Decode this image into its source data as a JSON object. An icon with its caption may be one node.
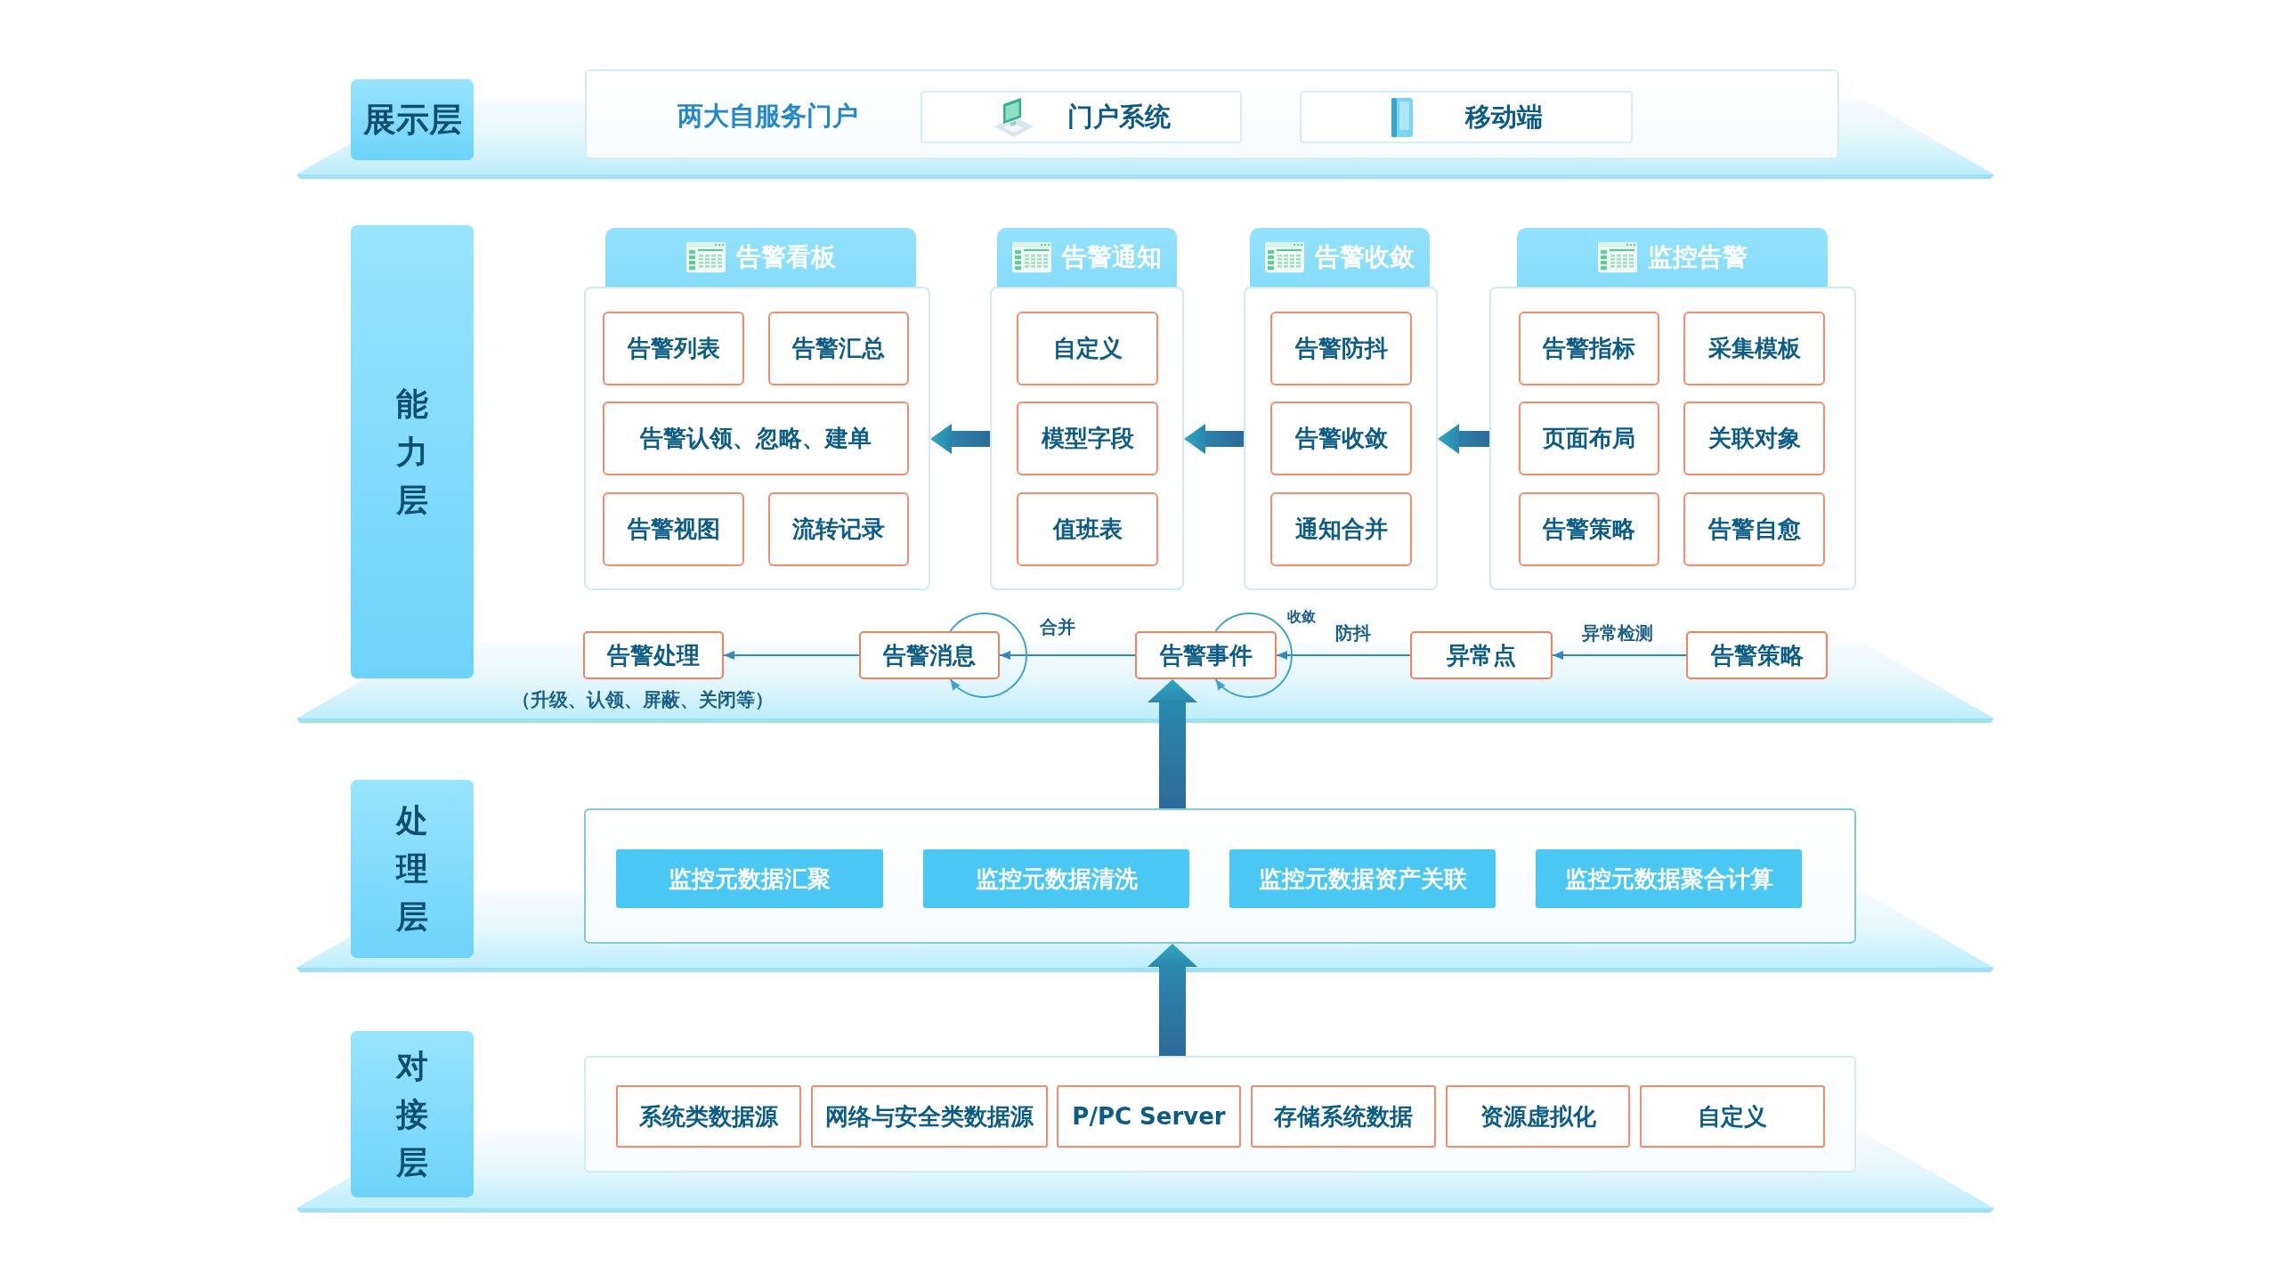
{
  "diagram": {
    "nodes": [
      {
        "text": [
          "展示层"
        ]
      },
      {
        "text": [
          "两大自服务门户"
        ]
      },
      {
        "text": [
          "门户系统"
        ],
        "in": 1
      },
      {
        "text": [
          "移动端"
        ],
        "in": 1
      },
      {
        "text": [
          "能力层"
        ]
      },
      {
        "text": [
          "告警看板"
        ]
      },
      {
        "text": [
          "告警列表"
        ],
        "in": 5
      },
      {
        "text": [
          "告警汇总"
        ],
        "in": 5
      },
      {
        "text": [
          "告警认领、忽略、建单"
        ],
        "in": 5
      },
      {
        "text": [
          "告警视图"
        ],
        "in": 5
      },
      {
        "text": [
          "流转记录"
        ],
        "in": 5
      },
      {
        "text": [
          "告警通知"
        ]
      },
      {
        "text": [
          "自定义"
        ],
        "in": 11
      },
      {
        "text": [
          "模型字段"
        ],
        "in": 11
      },
      {
        "text": [
          "值班表"
        ],
        "in": 11
      },
      {
        "text": [
          "告警收敛"
        ]
      },
      {
        "text": [
          "告警防抖"
        ],
        "in": 15
      },
      {
        "text": [
          "告警收敛"
        ],
        "in": 15
      },
      {
        "text": [
          "通知合并"
        ],
        "in": 15
      },
      {
        "text": [
          "监控告警"
        ]
      },
      {
        "text": [
          "告警指标"
        ],
        "in": 19
      },
      {
        "text": [
          "采集模板"
        ],
        "in": 19
      },
      {
        "text": [
          "页面布局"
        ],
        "in": 19
      },
      {
        "text": [
          "关联对象"
        ],
        "in": 19
      },
      {
        "text": [
          "告警策略"
        ],
        "in": 19
      },
      {
        "text": [
          "告警自愈"
        ],
        "in": 19
      },
      {
        "text": [
          "告警处理"
        ],
        "beside": [
          "（升级、认领、屏蔽、关闭等）"
        ]
      },
      {
        "text": [
          "告警消息"
        ]
      },
      {
        "text": [
          "告警事件"
        ]
      },
      {
        "text": [
          "异常点"
        ]
      },
      {
        "text": [
          "告警策略"
        ]
      },
      {
        "text": [
          "处理层"
        ]
      },
      {
        "text": [],
        "shape": "box"
      },
      {
        "text": [
          "监控元数据汇聚"
        ],
        "in": 32
      },
      {
        "text": [
          "监控元数据清洗"
        ],
        "in": 32
      },
      {
        "text": [
          "监控元数据资产关联"
        ],
        "in": 32
      },
      {
        "text": [
          "监控元数据聚合计算"
        ],
        "in": 32
      },
      {
        "text": [
          "对接层"
        ]
      },
      {
        "text": [],
        "shape": "box"
      },
      {
        "text": [
          "系统类数据源"
        ],
        "in": 38
      },
      {
        "text": [
          "网络与安全类数据源"
        ],
        "in": 38
      },
      {
        "text": [
          "P/PC Server"
        ],
        "in": 38
      },
      {
        "text": [
          "存储系统数据"
        ],
        "in": 38
      },
      {
        "text": [
          "资源虚拟化"
        ],
        "in": 38
      },
      {
        "text": [
          "自定义"
        ],
        "in": 38
      }
    ],
    "edges": [
      {
        "from": 11,
        "to": 5,
        "arrow": "to",
        "style": "thick"
      },
      {
        "from": 15,
        "to": 11,
        "arrow": "to",
        "style": "thick"
      },
      {
        "from": 19,
        "to": 15,
        "arrow": "to",
        "style": "thick"
      },
      {
        "from": 30,
        "to": 29,
        "arrow": "to",
        "label": "异常检测"
      },
      {
        "from": 29,
        "to": 28,
        "arrow": "to",
        "label": "防抖"
      },
      {
        "from": 28,
        "to": 28,
        "arrow": "to",
        "label": "收敛"
      },
      {
        "from": 28,
        "to": 27,
        "arrow": "to"
      },
      {
        "from": 27,
        "to": 27,
        "arrow": "to",
        "label": "合并"
      },
      {
        "from": 27,
        "to": 26,
        "arrow": "to"
      },
      {
        "from": 32,
        "to": 28,
        "arrow": "to",
        "style": "thick"
      },
      {
        "from": 38,
        "to": 32,
        "arrow": "to",
        "style": "thick"
      }
    ]
  }
}
